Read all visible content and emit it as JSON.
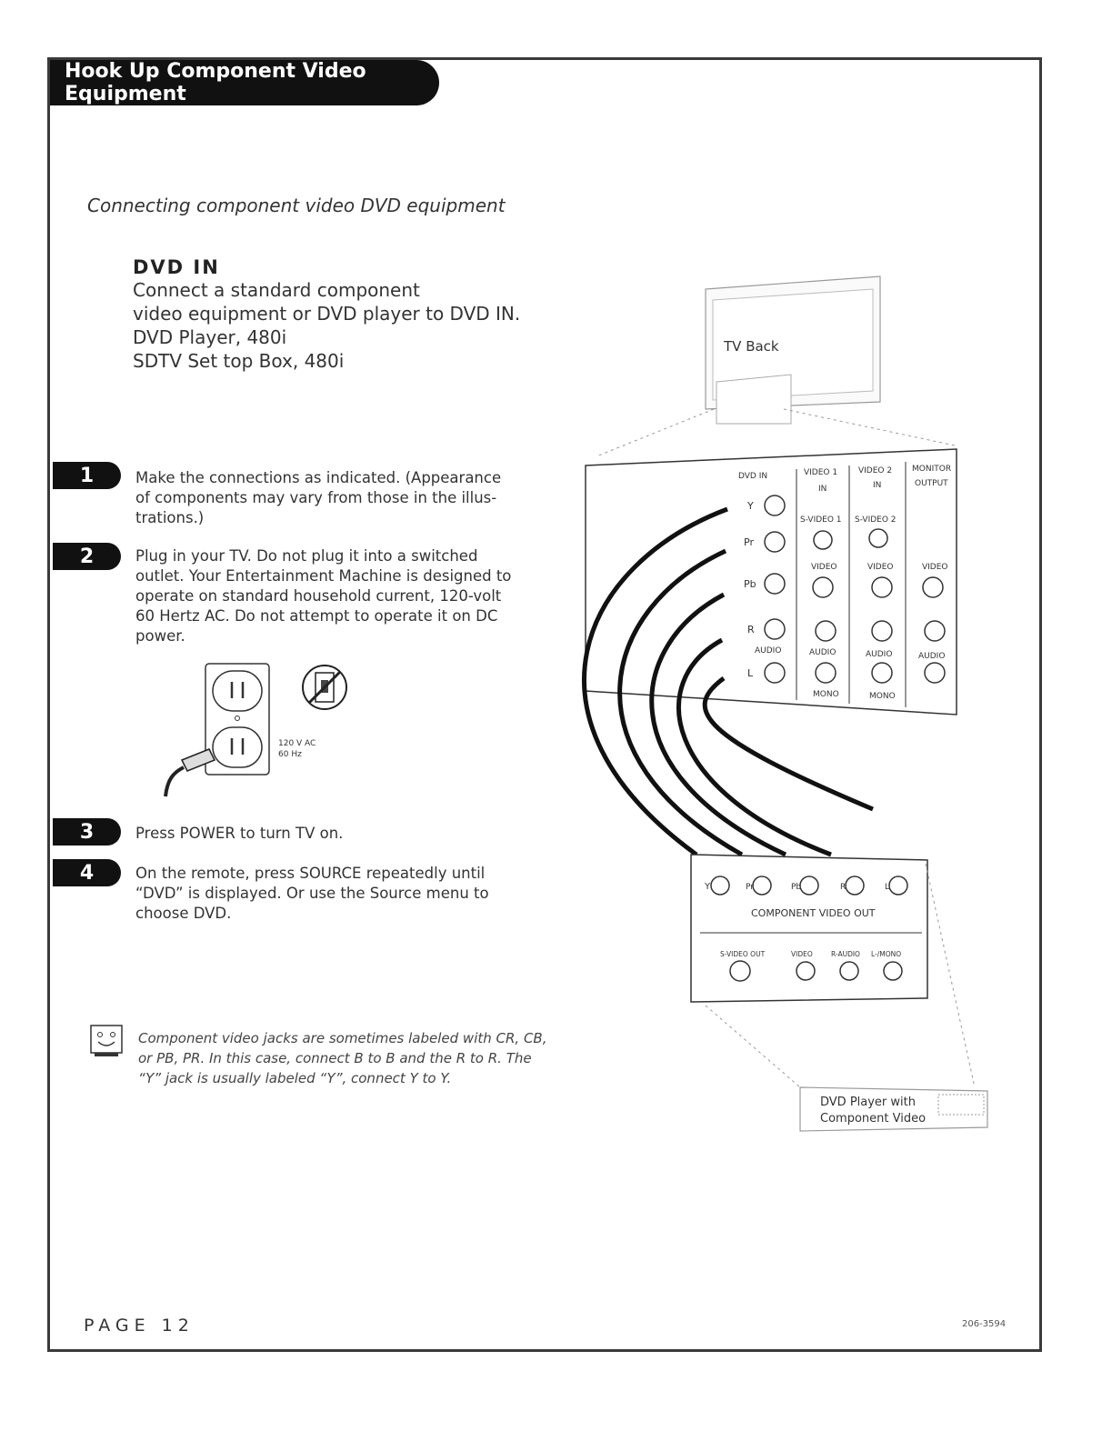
{
  "header": {
    "title": "Hook Up Component Video Equipment"
  },
  "intro": "Connecting component video DVD equipment",
  "dvd_in": {
    "heading": "DVD IN",
    "lines": [
      "Connect a standard component",
      "video equipment or DVD player to DVD IN.",
      "DVD Player, 480i",
      "SDTV Set top Box, 480i"
    ]
  },
  "steps": [
    {
      "num": "1",
      "text": "Make the connections as indicated. (Appearance of components may vary from those in the illus-trations.)"
    },
    {
      "num": "2",
      "text": "Plug in your TV. Do not plug it into a switched outlet. Your Entertainment Machine is designed to operate on standard household current, 120-volt 60 Hertz AC. Do not attempt to operate it on DC power."
    },
    {
      "num": "3",
      "text": "Press POWER to turn TV on."
    },
    {
      "num": "4",
      "text": "On the remote, press SOURCE repeatedly until “DVD” is displayed. Or use the Source menu to choose DVD."
    }
  ],
  "outlet": {
    "label_line1": "120 V AC",
    "label_line2": "60 Hz"
  },
  "note": "Component video jacks are sometimes labeled with CR, CB, or PB, PR. In this case, connect B to B and the R to  R. The “Y” jack is usually labeled “Y”, connect Y to Y.",
  "diagram": {
    "tv_back": "TV Back",
    "panel": {
      "dvd_in": "DVD IN",
      "video1_in": [
        "VIDEO 1",
        "IN"
      ],
      "video2_in": [
        "VIDEO 2",
        "IN"
      ],
      "monitor_output": [
        "MONITOR",
        "OUTPUT"
      ],
      "svideo1": "S-VIDEO 1",
      "svideo2": "S-VIDEO 2",
      "video": "VIDEO",
      "audio": "AUDIO",
      "mono": "MONO",
      "jack_y": "Y",
      "jack_pr": "Pr",
      "jack_pb": "Pb",
      "jack_r": "R",
      "jack_l": "L"
    },
    "dvd_panel": {
      "component_out": "COMPONENT VIDEO OUT",
      "y": "Y",
      "pr": "Pr",
      "pb": "Pb",
      "r": "R",
      "l": "L",
      "svideo_out": "S-VIDEO OUT",
      "video": "VIDEO",
      "r_audio": "R-AUDIO",
      "l_mono": "L-/MONO"
    },
    "dvd_player": [
      "DVD Player with",
      "Component Video"
    ]
  },
  "footer": {
    "page": "PAGE 12",
    "code": "206-3594"
  }
}
